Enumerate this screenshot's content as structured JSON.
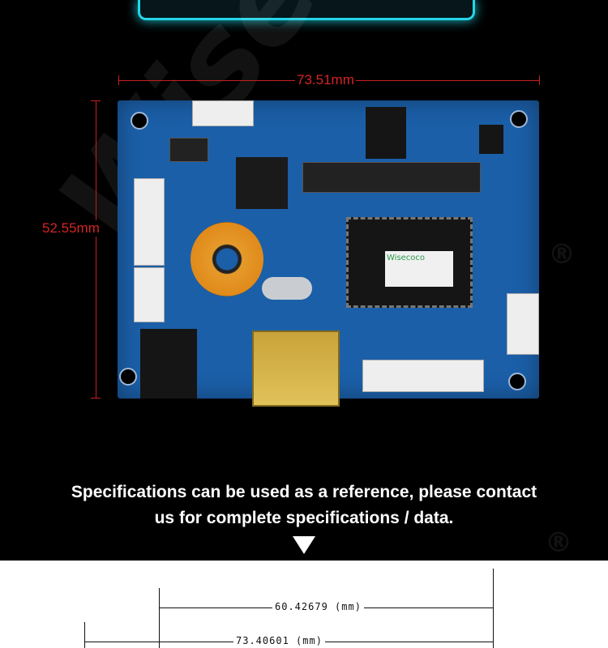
{
  "dimensions": {
    "width_label": "73.51mm",
    "height_label": "52.55mm"
  },
  "board": {
    "chip_label": "Wisecoco"
  },
  "watermark": {
    "brand": "Wisecoco",
    "registered_mark": "®"
  },
  "caption": {
    "line1": "Specifications can be used as a reference, please contact",
    "line2": "us for complete specifications / data."
  },
  "drawing": {
    "inner_width_label": "60.42679 (mm)",
    "outer_width_label": "73.40601 (mm)"
  },
  "colors": {
    "accent_cyan": "#24d6e6",
    "dimension_red": "#d42424",
    "pcb_blue": "#1b5fa8"
  }
}
